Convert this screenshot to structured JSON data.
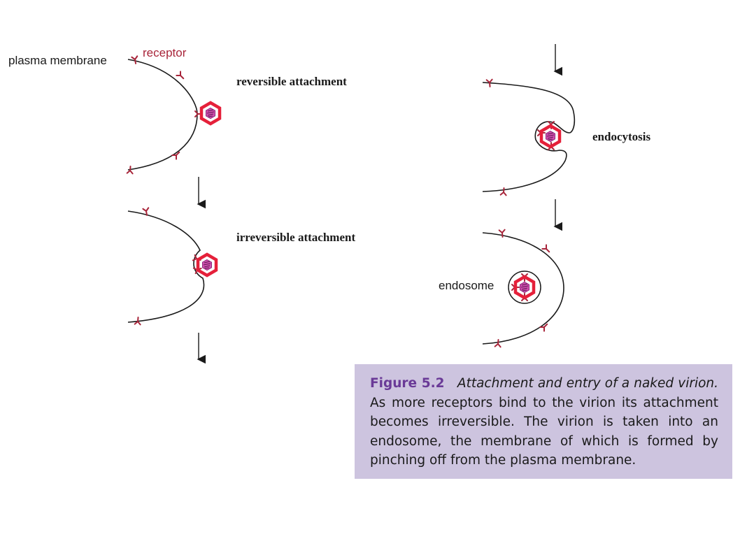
{
  "labels": {
    "plasma_membrane": "plasma membrane",
    "receptor": "receptor",
    "reversible_attachment": "reversible attachment",
    "irreversible_attachment": "irreversible attachment",
    "endocytosis": "endocytosis",
    "endosome": "endosome"
  },
  "caption": {
    "figure_number": "Figure 5.2",
    "title": "Attachment and entry of a naked virion.",
    "body": "As more receptors bind to the virion its attachment becomes irreversible. The virion is taken into an endosome, the membrane of which is formed by pinching off from the plasma membrane."
  },
  "colors": {
    "membrane": "#1a1a1a",
    "receptor": "#a8253a",
    "virion_capsid": "#e5203a",
    "virion_core": "#b0359a",
    "caption_bg": "#cdc4df",
    "figure_number": "#6a3a97"
  },
  "icons": [
    "receptor-icon",
    "virion-icon",
    "arrow-down-icon"
  ]
}
